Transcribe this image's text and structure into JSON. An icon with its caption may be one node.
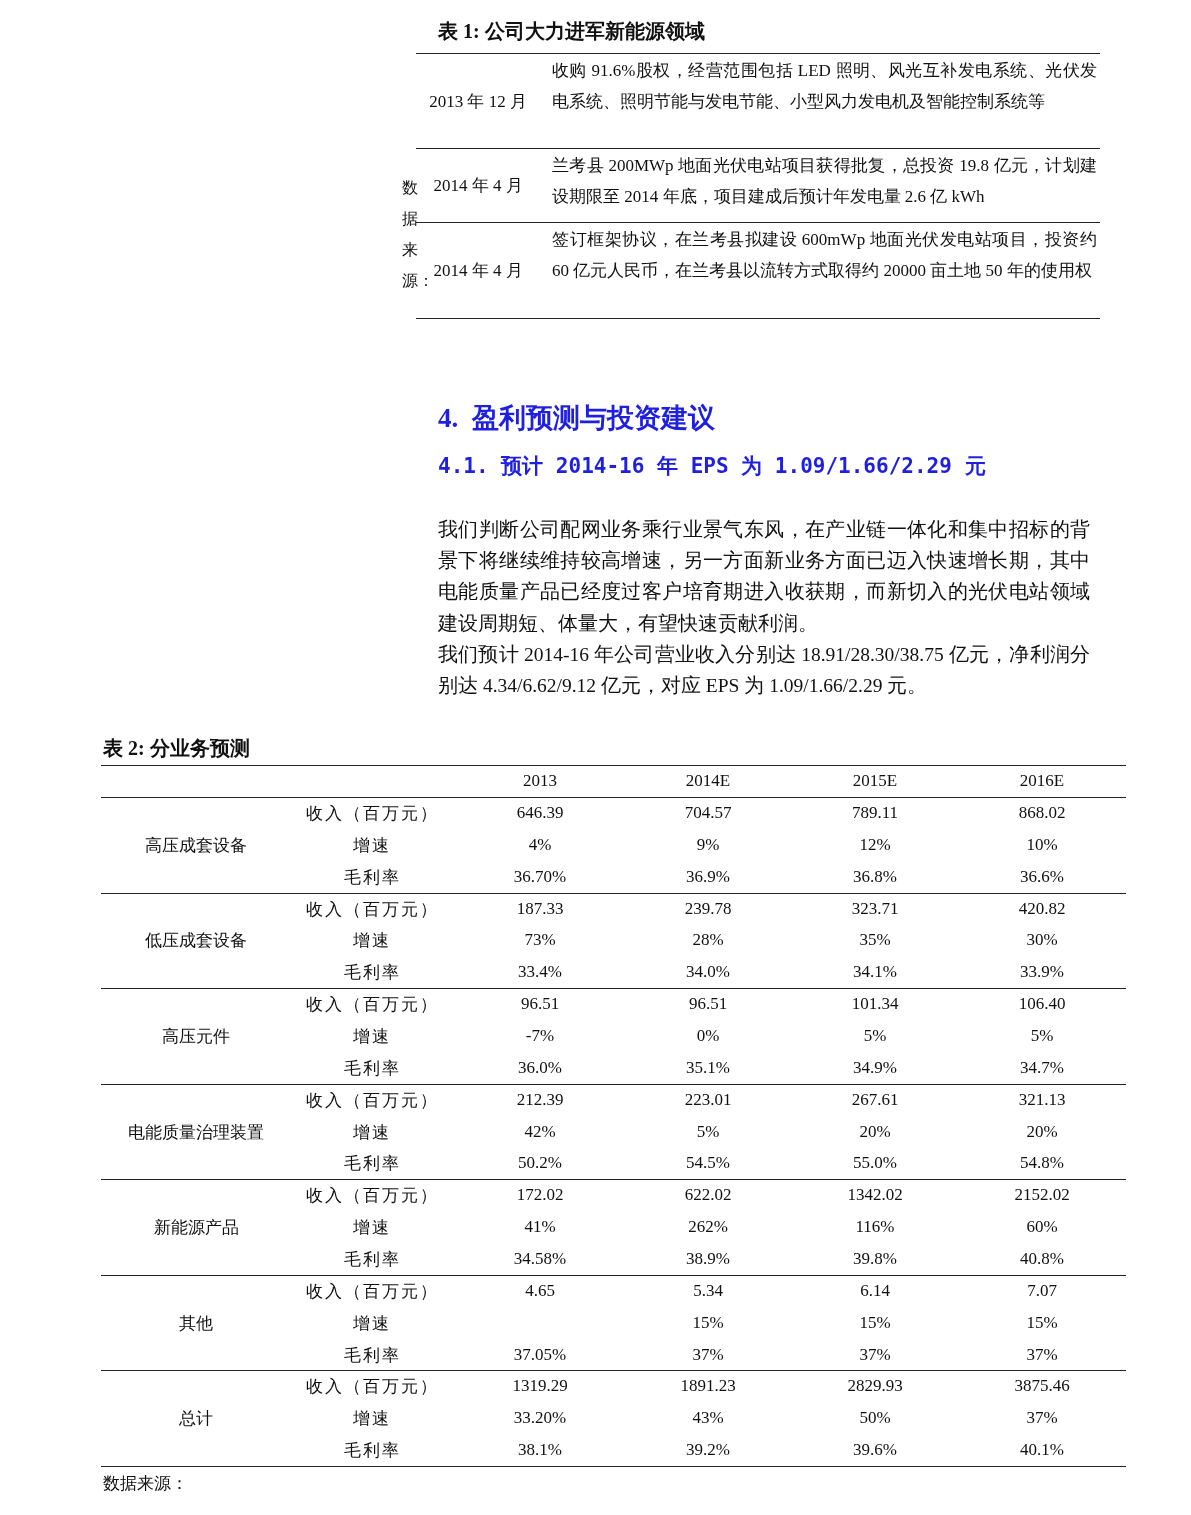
{
  "diagram": {
    "labels": [
      "表 1: 公司大力进军新能源领域",
      "2013 年 12 月",
      "收购 91.6%股权，经营范围包括 LED 照明、风光互补发电系统、光伏发电系统、照明节能与发电节能、小型风力发电机及智能控制系统等",
      "2014 年 4 月",
      "兰考县 200MWp 地面光伏电站项目获得批复，总投资 19.8 亿元，计划建设期限至 2014 年底，项目建成后预计年发电量 2.6 亿 kWh",
      "2014 年 4 月",
      "签订框架协议，在兰考县拟建设 600mWp 地面光伏发电站项目，投资约 60 亿元人民币，在兰考县以流转方式取得约 20000 亩土地 50 年的使用权",
      "数据来源：",
      "4.  盈利预测与投资建议",
      "4.1. 预计 2014-16 年 EPS 为 1.09/1.66/2.29 元",
      "我们判断公司配网业务乘行业景气东风，在产业链一体化和集中招标的背景下将继续维持较高增速，另一方面新业务方面已迈入快速增长期，其中电能质量产品已经度过客户培育期进入收获期，而新切入的光伏电站领域建设周期短、体量大，有望快速贡献利润。",
      "我们预计 2014-16 年公司营业收入分别达 18.91/28.30/38.75 亿元，净利润分别达 4.34/6.62/9.12 亿元，对应 EPS 为 1.09/1.66/2.29 元。",
      "表 2: 分业务预测",
      "2013",
      "2014E",
      "2015E",
      "2016E",
      "高压成套设备",
      "收入（百万元）",
      "646.39",
      "704.57",
      "789.11",
      "868.02",
      "增速",
      "4%",
      "9%",
      "12%",
      "10%",
      "毛利率",
      "36.70%",
      "36.9%",
      "36.8%",
      "36.6%",
      "低压成套设备",
      "收入（百万元）",
      "187.33",
      "239.78",
      "323.71",
      "420.82",
      "增速",
      "73%",
      "28%",
      "35%",
      "30%",
      "毛利率",
      "33.4%",
      "34.0%",
      "34.1%",
      "33.9%",
      "高压元件",
      "收入（百万元）",
      "96.51",
      "96.51",
      "101.34",
      "106.40",
      "增速",
      "-7%",
      "0%",
      "5%",
      "5%",
      "毛利率",
      "36.0%",
      "35.1%",
      "34.9%",
      "34.7%",
      "电能质量治理装置",
      "收入（百万元）",
      "212.39",
      "223.01",
      "267.61",
      "321.13",
      "增速",
      "42%",
      "5%",
      "20%",
      "20%",
      "毛利率",
      "50.2%",
      "54.5%",
      "55.0%",
      "54.8%",
      "新能源产品",
      "收入（百万元）",
      "172.02",
      "622.02",
      "1342.02",
      "2152.02",
      "增速",
      "41%",
      "262%",
      "116%",
      "60%",
      "毛利率",
      "34.58%",
      "38.9%",
      "39.8%",
      "40.8%",
      "其他",
      "收入（百万元）",
      "4.65",
      "5.34",
      "6.14",
      "7.07",
      "增速",
      "15%",
      "15%",
      "15%",
      "毛利率",
      "37.05%",
      "37%",
      "37%",
      "37%",
      "总计",
      "收入（百万元）",
      "1319.29",
      "1891.23",
      "2829.93",
      "3875.46",
      "增速",
      "33.20%",
      "43%",
      "50%",
      "37%",
      "毛利率",
      "38.1%",
      "39.2%",
      "39.6%",
      "40.1%",
      "数据来源："
    ]
  }
}
